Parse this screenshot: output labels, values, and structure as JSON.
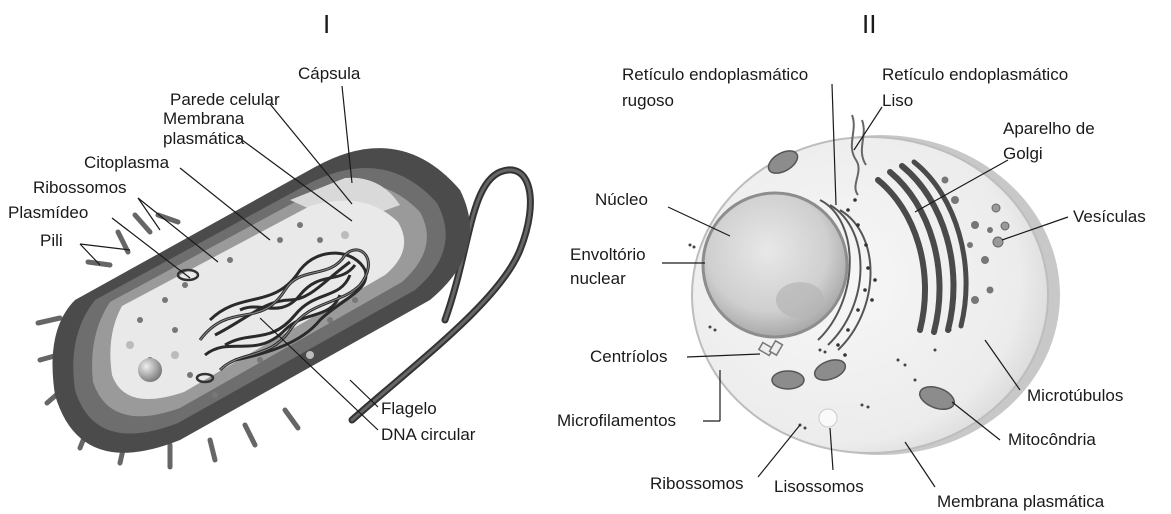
{
  "panels": {
    "prokaryote": {
      "title": "I",
      "labels": {
        "capsula": "Cápsula",
        "parede": "Parede celular",
        "membrana1": "Membrana",
        "membrana2": "plasmática",
        "citoplasma": "Citoplasma",
        "ribossomos": "Ribossomos",
        "plasmideo": "Plasmídeo",
        "pili": "Pili",
        "flagelo": "Flagelo",
        "dna": "DNA circular"
      }
    },
    "eukaryote": {
      "title": "II",
      "labels": {
        "rer1": "Retículo endoplasmático",
        "rer2": "rugoso",
        "rel1": "Retículo endoplasmático",
        "rel2": "Liso",
        "golgi1": "Aparelho de",
        "golgi2": "Golgi",
        "nucleo": "Núcleo",
        "envoltorio1": "Envoltório",
        "envoltorio2": "nuclear",
        "vesiculas": "Vesículas",
        "centriolos": "Centríolos",
        "microtubulos": "Microtúbulos",
        "microfilamentos": "Microfilamentos",
        "mitocondria": "Mitocôndria",
        "ribossomos": "Ribossomos",
        "lisossomos": "Lisossomos",
        "membrana": "Membrana plasmática"
      }
    }
  }
}
